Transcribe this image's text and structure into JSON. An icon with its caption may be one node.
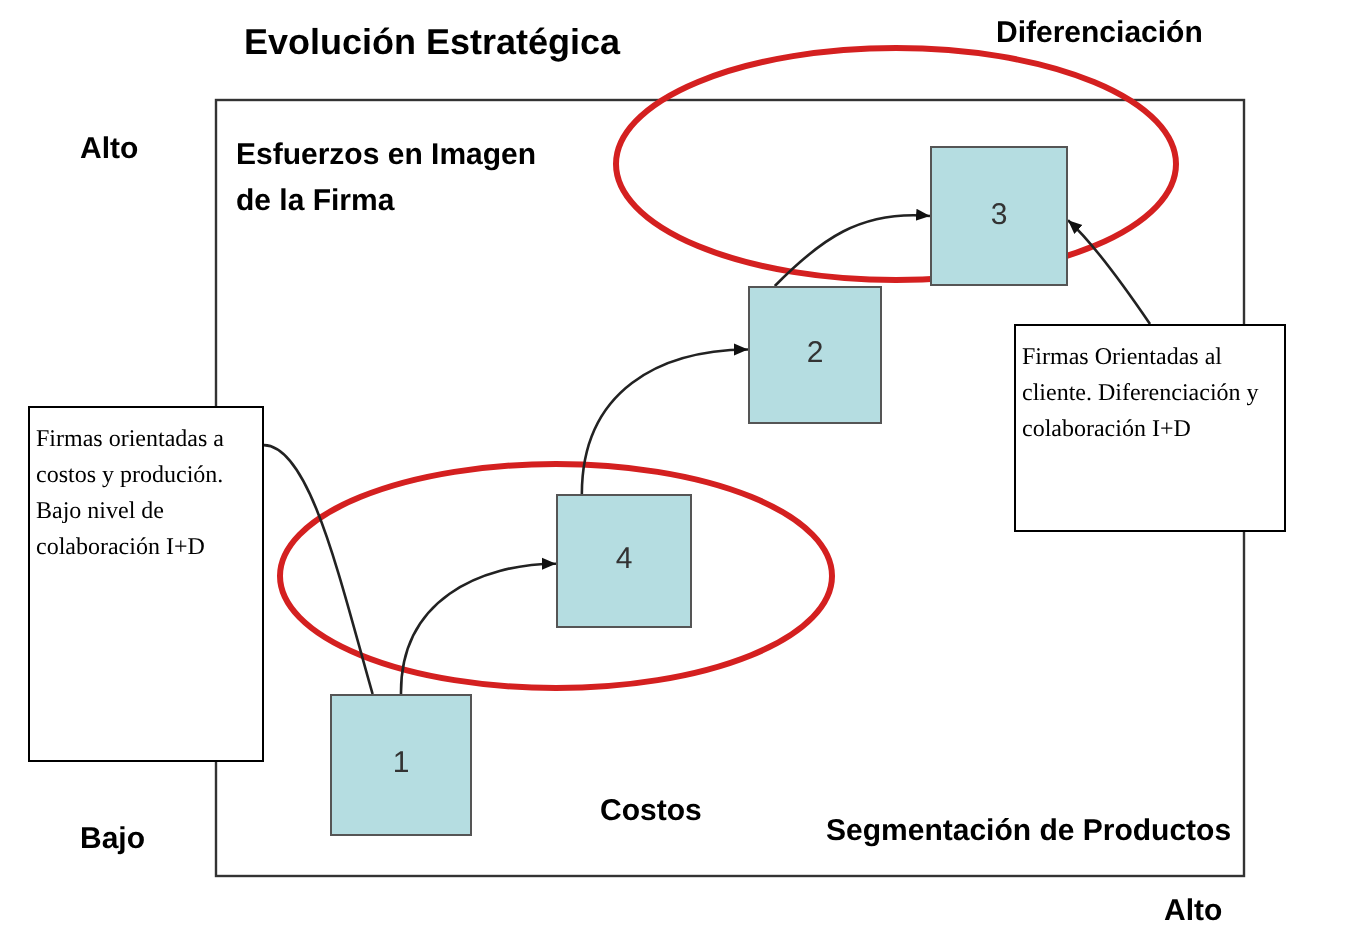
{
  "diagram": {
    "title": "Evolución Estratégica",
    "nodes": [
      {
        "text": [
          "3"
        ]
      },
      {
        "text": [
          "2"
        ]
      },
      {
        "text": [
          "Firmas Orientadas al cliente. Diferenciación y colaboración I+D"
        ]
      },
      {
        "text": [
          "Firmas orientadas a costos y produción. Bajo nivel de colaboración I+D"
        ]
      },
      {
        "text": [
          "4"
        ]
      },
      {
        "text": [
          "1"
        ]
      }
    ],
    "edges": [
      {
        "from": 5,
        "to": 4,
        "arrow": "to"
      },
      {
        "from": 4,
        "to": 1,
        "arrow": "to"
      },
      {
        "from": 1,
        "to": 0,
        "arrow": "to"
      },
      {
        "from": 3,
        "to": 5,
        "arrow": "none"
      },
      {
        "from": 2,
        "to": 0,
        "arrow": "to"
      }
    ],
    "labels": [
      "Diferenciación",
      "Alto",
      "Esfuerzos en Imagen de la Firma",
      "Costos",
      "Bajo",
      "Segmentación de Productos",
      "Alto"
    ]
  }
}
